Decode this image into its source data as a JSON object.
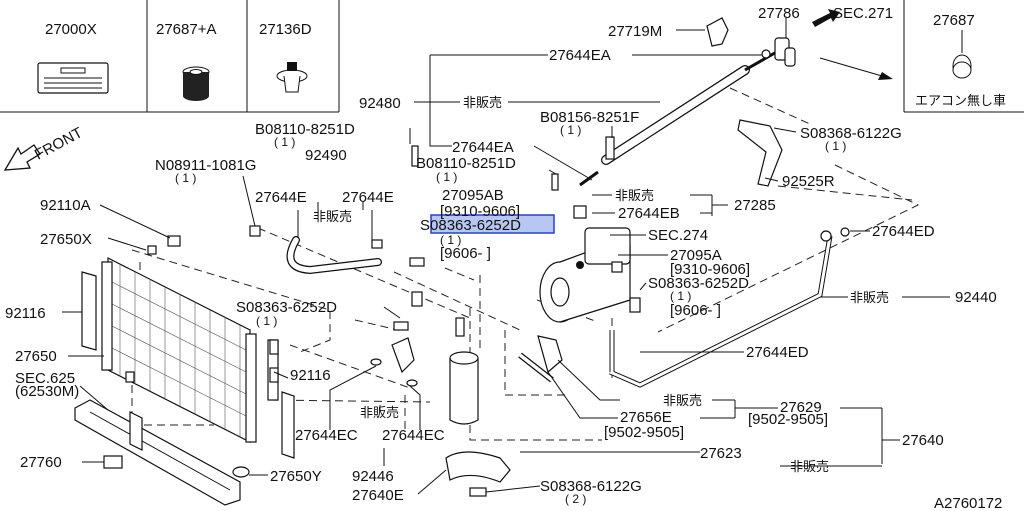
{
  "boxes": {
    "b1": "27000X",
    "b2": "27687+A",
    "b3": "27136D",
    "b4": "27687",
    "b4_note": "エアコン無し車"
  },
  "parts": {
    "p27719M": "27719M",
    "p27786": "27786",
    "sec271": "SEC.271",
    "p27644EA_top": "27644EA",
    "p92480": "92480",
    "hanbai_92480": "非販売",
    "b08156": "B08156-8251F",
    "b08156_qty": "( 1 )",
    "b08110_top": "B08110-8251D",
    "b08110_top_qty": "( 1 )",
    "front": "FRONT",
    "p92490": "92490",
    "n08911": "N08911-1081G",
    "n08911_qty": "( 1 )",
    "p27644E_left": "27644E",
    "p27644E_right": "27644E",
    "hanbai_27644E": "非販売",
    "p92110A": "92110A",
    "p27650X": "27650X",
    "p27644EA_mid": "27644EA",
    "b08110_mid": "B08110-8251D",
    "b08110_mid_qty": "( 1 )",
    "p27095AB": "27095AB",
    "p27095AB_range": "[9310-9606]",
    "s08363_hl": "S08363-6252D",
    "s08363_hl_qty": "( 1 )",
    "s08363_hl_range": "[9606-  ]",
    "hanbai_27285": "非販売",
    "p27644EB": "27644EB",
    "p27285": "27285",
    "s08368_top": "S08368-6122G",
    "s08368_top_qty": "( 1 )",
    "p92525R": "92525R",
    "sec274": "SEC.274",
    "p27644ED_top": "27644ED",
    "p27095A": "27095A",
    "p27095A_range": "[9310-9606]",
    "s08363_r": "S08363-6252D",
    "s08363_r_qty": "( 1 )",
    "s08363_r_range": "[9606-  ]",
    "hanbai_92440": "非販売",
    "p92440": "92440",
    "p92116_left": "92116",
    "s08363_l": "S08363-6252D",
    "s08363_l_qty": "( 1 )",
    "p27650": "27650",
    "p27644ED_mid": "27644ED",
    "sec625": "SEC.625",
    "sec625_sub": "(62530M)",
    "p92116_mid": "92116",
    "hanbai_27629": "非販売",
    "p27629": "27629",
    "p27656E": "27656E",
    "p27656E_range": "[9502-9505]",
    "p27629_range": "[9502-9505]",
    "hanbai_27644EC": "非販売",
    "p27644EC_left": "27644EC",
    "p27644EC_right": "27644EC",
    "p27640": "27640",
    "p27760": "27760",
    "p27623": "27623",
    "hanbai_27623": "非販売",
    "p27650Y": "27650Y",
    "p92446": "92446",
    "p27640E": "27640E",
    "s08368_bot": "S08368-6122G",
    "s08368_bot_qty": "( 2 )",
    "drawing_no": "A2760172"
  }
}
